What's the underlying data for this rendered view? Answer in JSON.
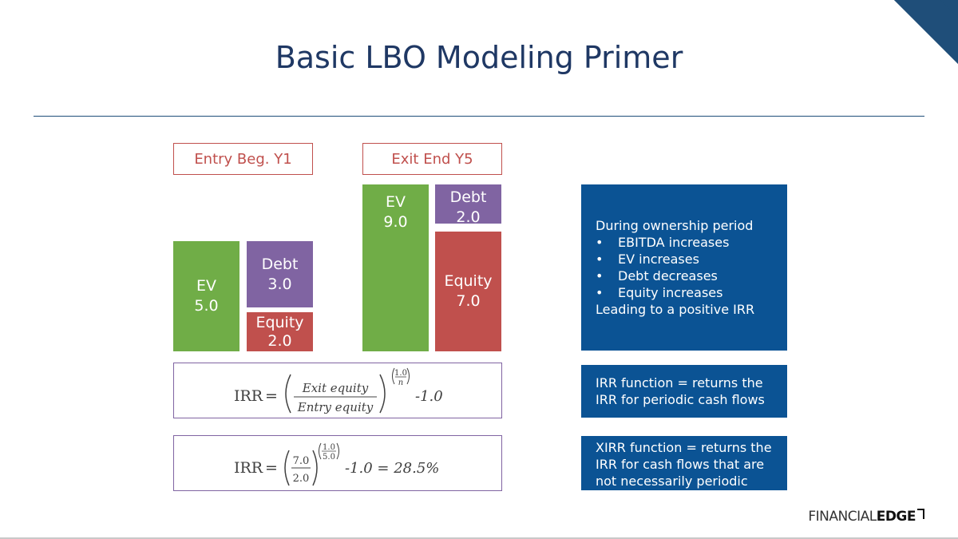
{
  "title": "Basic LBO Modeling Primer",
  "entry": {
    "label": "Entry Beg. Y1",
    "ev_label": "EV",
    "ev_value": "5.0",
    "debt_label": "Debt",
    "debt_value": "3.0",
    "equity_label": "Equity",
    "equity_value": "2.0"
  },
  "exit": {
    "label": "Exit End Y5",
    "ev_label": "EV",
    "ev_value": "9.0",
    "debt_label": "Debt",
    "debt_value": "2.0",
    "equity_label": "Equity",
    "equity_value": "7.0"
  },
  "formula1": {
    "lhs": "IRR",
    "numerator": "Exit equity",
    "denominator": "Entry equity",
    "exp_num": "1.0",
    "exp_den": "n",
    "tail": "-1.0"
  },
  "formula2": {
    "lhs": "IRR",
    "numerator": "7.0",
    "denominator": "2.0",
    "exp_num": "1.0",
    "exp_den": "5.0",
    "tail": "-1.0 = 28.5%"
  },
  "info_ownership": {
    "heading": "During ownership period",
    "bullets": [
      "EBITDA increases",
      "EV increases",
      "Debt decreases",
      "Equity increases"
    ],
    "footer": "Leading to a positive IRR"
  },
  "info_irr": {
    "line1": "IRR function = returns the",
    "line2": "IRR for periodic cash flows"
  },
  "info_xirr": {
    "line1": "XIRR function = returns the",
    "line2": "IRR for cash flows that are",
    "line3": "not necessarily periodic"
  },
  "logo": {
    "part1": "FINANCIAL",
    "part2": "EDGE"
  },
  "colors": {
    "title": "#1f3864",
    "ev": "#70ad47",
    "debt": "#8064a2",
    "equity": "#c0504d",
    "info": "#0b5394"
  }
}
